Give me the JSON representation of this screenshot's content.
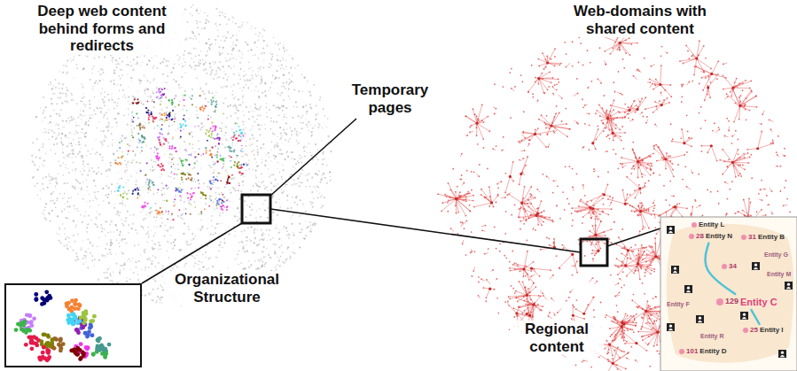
{
  "diagram": {
    "nodes": [
      {
        "text": [
          "Entity L"
        ]
      },
      {
        "text": [
          "Entity N",
          "28"
        ]
      },
      {
        "text": [
          "Entity B",
          "31"
        ]
      },
      {
        "text": [
          "34"
        ]
      },
      {
        "text": [
          "Entity C",
          "129"
        ]
      },
      {
        "text": [
          "Entity I",
          "25"
        ]
      },
      {
        "text": [
          "Entity D",
          "101"
        ]
      }
    ],
    "edges": [
      {
        "from": 1,
        "to": 4,
        "arrow": "none"
      },
      {
        "from": 4,
        "to": 5,
        "arrow": "none"
      }
    ],
    "labels": [
      "Deep web content behind forms and redirects",
      "Web-domains with shared content",
      "Temporary pages",
      "Organizational Structure",
      "Regional content",
      "Entity G",
      "Entity M",
      "Entity F",
      "Entity R"
    ]
  }
}
